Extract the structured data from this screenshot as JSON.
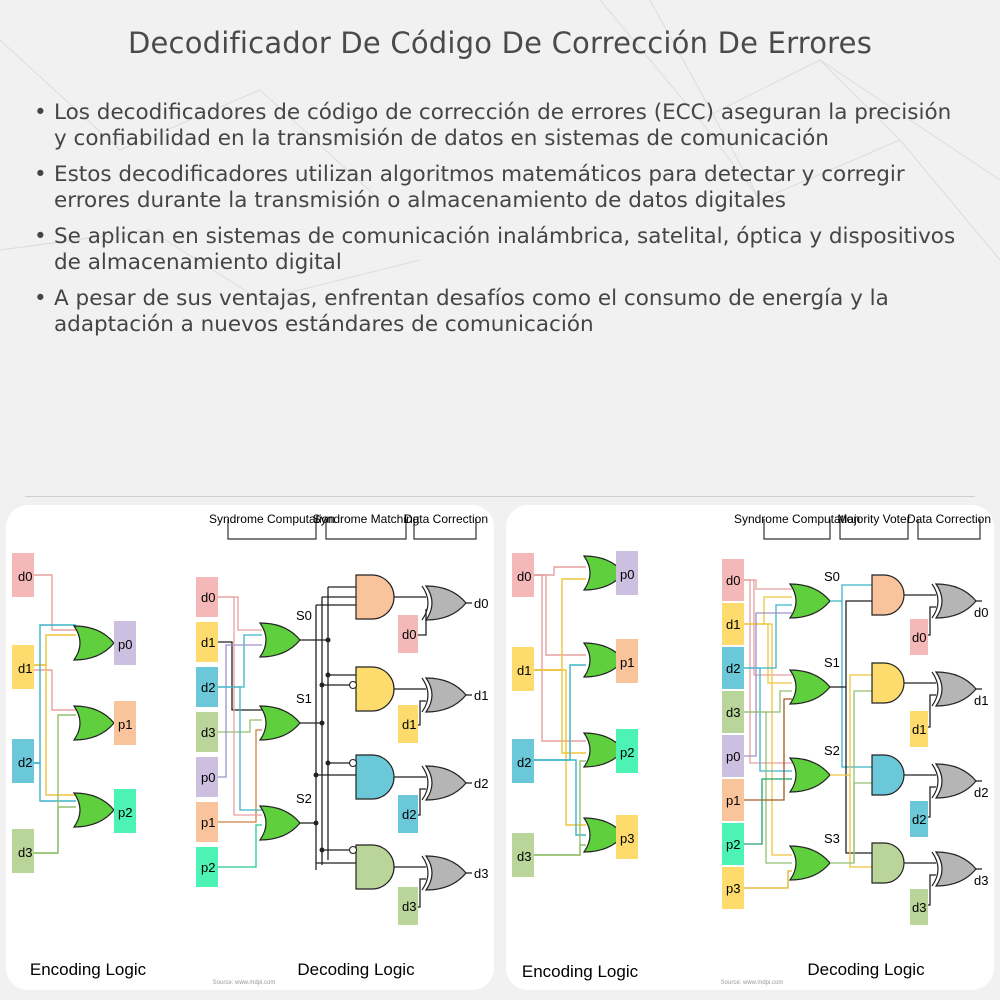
{
  "title": "Decodificador De Código De Corrección De Errores",
  "bullets": [
    "Los decodificadores de código de corrección de errores (ECC) aseguran la precisión y confiabilidad en la transmisión de datos en sistemas de comunicación",
    "Estos decodificadores utilizan algoritmos matemáticos para detectar y corregir errores durante la transmisión o almacenamiento de datos digitales",
    "Se aplican en sistemas de comunicación inalámbrica, satelital, óptica y dispositivos de almacenamiento digital",
    "A pesar de sus ventajas, enfrentan desafíos como el consumo de energía y la adaptación a nuevos estándares de comunicación"
  ],
  "diagram_left": {
    "encoding_caption": "Encoding Logic",
    "decoding_caption": "Decoding Logic",
    "header_1": "Syndrome Computation",
    "header_2": "Syndrome Matching",
    "header_3": "Data Correction",
    "data_inputs": [
      "d0",
      "d1",
      "d2",
      "d3"
    ],
    "parity_outputs": [
      "p0",
      "p1",
      "p2"
    ],
    "decoder_inputs": [
      "d0",
      "d1",
      "d2",
      "d3",
      "p0",
      "p1",
      "p2"
    ],
    "syndromes": [
      "S0",
      "S1",
      "S2"
    ],
    "outputs": [
      "d0",
      "d1",
      "d2",
      "d3"
    ],
    "source": "Source: www.mdpi.com"
  },
  "diagram_right": {
    "encoding_caption": "Encoding Logic",
    "decoding_caption": "Decoding Logic",
    "header_1": "Syndrome Computation",
    "header_2": "Majority Voter",
    "header_3": "Data Correction",
    "data_inputs": [
      "d0",
      "d1",
      "d2",
      "d3"
    ],
    "parity_outputs": [
      "p0",
      "p1",
      "p2",
      "p3"
    ],
    "decoder_inputs": [
      "d0",
      "d1",
      "d2",
      "d3",
      "p0",
      "p1",
      "p2",
      "p3"
    ],
    "syndromes": [
      "S0",
      "S1",
      "S2",
      "S3"
    ],
    "outputs": [
      "d0",
      "d1",
      "d2",
      "d3"
    ],
    "source": "Source: www.mdpi.com"
  },
  "colors": {
    "d0": "#f4b8b8",
    "d1": "#fddb6d",
    "d2": "#6bc8d8",
    "d3": "#b9d59a",
    "p0": "#cdbfe0",
    "p1": "#f9c49c",
    "p2": "#4df2b5",
    "p3": "#fddb6d",
    "xor_gate": "#5fcf3e",
    "out_gate": "#b5b5b5",
    "and_1": "#f9c49c",
    "and_2": "#fddb6d",
    "and_3": "#6bc8d8",
    "and_4": "#b9d59a"
  }
}
